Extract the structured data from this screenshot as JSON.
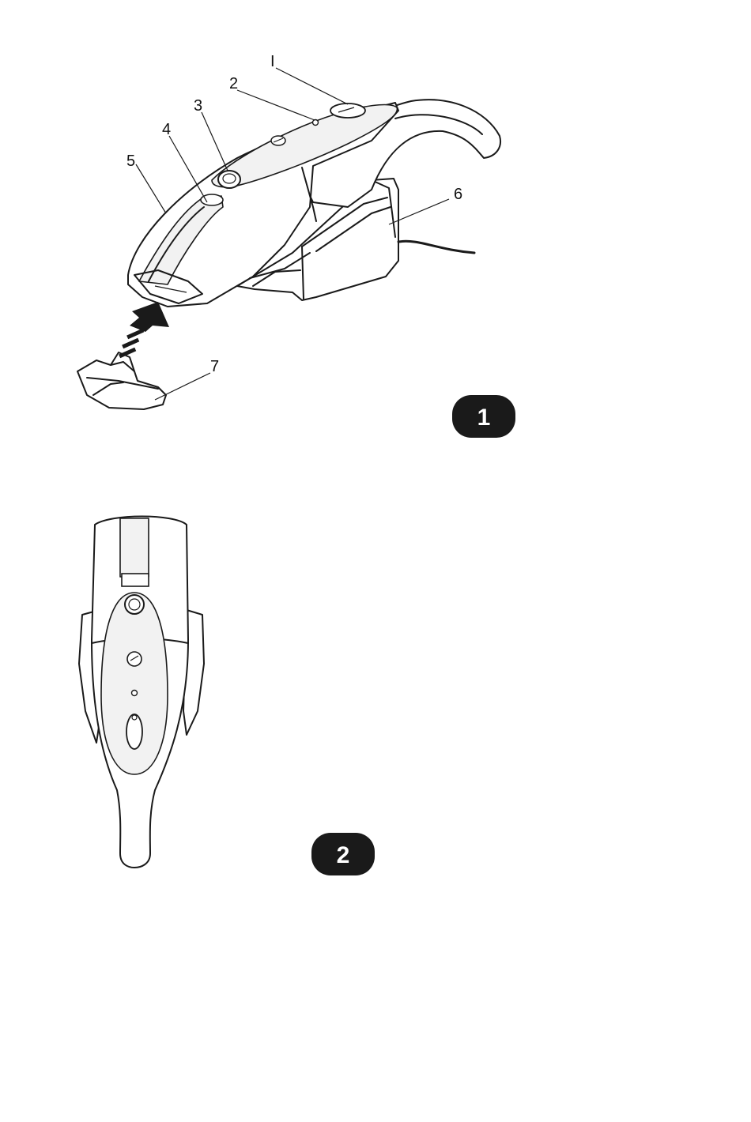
{
  "figure1": {
    "callouts": [
      "I",
      "2",
      "3",
      "4",
      "5",
      "6",
      "7"
    ],
    "badge": "1"
  },
  "figure2": {
    "badge": "2"
  }
}
